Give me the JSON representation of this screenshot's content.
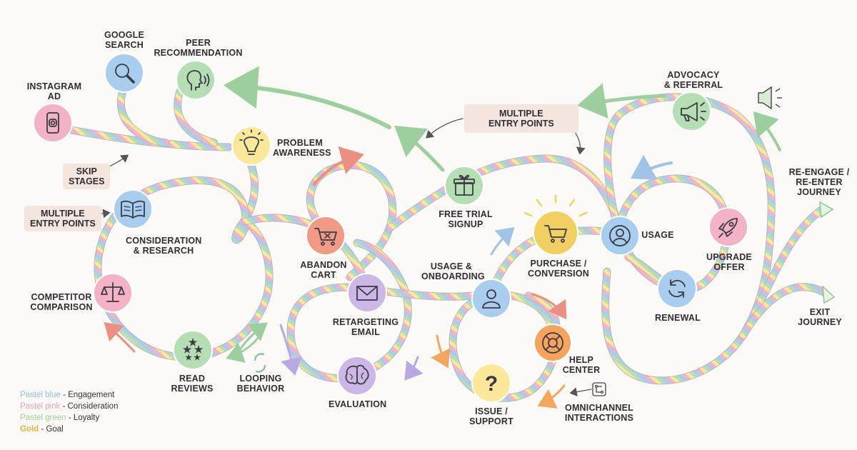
{
  "colors": {
    "blue": "#a9cdee",
    "pink": "#f3b2c6",
    "green": "#b5deb4",
    "gold": "#f1cf62",
    "yellow": "#fbe89a",
    "purple": "#cdb7e6",
    "coral": "#f19a85",
    "orange": "#f6a35e",
    "arrow_green": "#9ccf9d",
    "arrow_coral": "#ec8f82",
    "arrow_blue": "#9fc4e8",
    "arrow_purple": "#b9a8e3",
    "tag_bg": "#f4e6de",
    "ink": "#2e2e33"
  },
  "nodes": [
    {
      "id": "google-search",
      "lines": [
        "GOOGLE",
        "SEARCH"
      ],
      "icon": "magnifier-icon",
      "fill": "blue"
    },
    {
      "id": "peer-recommendation",
      "lines": [
        "PEER",
        "RECOMMENDATION"
      ],
      "icon": "speaking-head-icon",
      "fill": "green"
    },
    {
      "id": "instagram-ad",
      "lines": [
        "INSTAGRAM",
        "AD"
      ],
      "icon": "phone-instagram-icon",
      "fill": "pink"
    },
    {
      "id": "problem-awareness",
      "lines": [
        "PROBLEM",
        "AWARENESS"
      ],
      "icon": "lightbulb-icon",
      "fill": "yellow"
    },
    {
      "id": "consideration-research",
      "lines": [
        "CONSIDERATION",
        "& RESEARCH"
      ],
      "icon": "open-book-icon",
      "fill": "blue"
    },
    {
      "id": "competitor-comparison",
      "lines": [
        "COMPETITOR",
        "COMPARISON"
      ],
      "icon": "scales-icon",
      "fill": "pink"
    },
    {
      "id": "read-reviews",
      "lines": [
        "READ",
        "REVIEWS"
      ],
      "icon": "stars-icon",
      "fill": "green"
    },
    {
      "id": "abandon-cart",
      "lines": [
        "ABANDON",
        "CART"
      ],
      "icon": "cart-x-icon",
      "fill": "coral"
    },
    {
      "id": "retargeting-email",
      "lines": [
        "RETARGETING",
        "EMAIL"
      ],
      "icon": "envelope-icon",
      "fill": "purple"
    },
    {
      "id": "evaluation",
      "lines": [
        "EVALUATION"
      ],
      "icon": "brain-icon",
      "fill": "purple"
    },
    {
      "id": "free-trial-signup",
      "lines": [
        "FREE TRIAL",
        "SIGNUP"
      ],
      "icon": "gift-icon",
      "fill": "green"
    },
    {
      "id": "usage-onboarding",
      "lines": [
        "USAGE &",
        "ONBOARDING"
      ],
      "icon": "user-icon",
      "fill": "blue"
    },
    {
      "id": "purchase-conversion",
      "lines": [
        "PURCHASE /",
        "CONVERSION"
      ],
      "icon": "shopping-cart-icon",
      "fill": "gold"
    },
    {
      "id": "help-center",
      "lines": [
        "HELP",
        "CENTER"
      ],
      "icon": "lifebuoy-icon",
      "fill": "orange"
    },
    {
      "id": "issue-support",
      "lines": [
        "ISSUE /",
        "SUPPORT"
      ],
      "icon": "question-icon",
      "fill": "yellow"
    },
    {
      "id": "usage",
      "lines": [
        "USAGE"
      ],
      "icon": "user-circle-icon",
      "fill": "blue"
    },
    {
      "id": "upgrade-offer",
      "lines": [
        "UPGRADE",
        "OFFER"
      ],
      "icon": "rocket-icon",
      "fill": "pink"
    },
    {
      "id": "renewal",
      "lines": [
        "RENEWAL"
      ],
      "icon": "refresh-icon",
      "fill": "blue"
    },
    {
      "id": "advocacy-referral",
      "lines": [
        "ADVOCACY",
        "& REFERRAL"
      ],
      "icon": "megaphone-icon",
      "fill": "green"
    }
  ],
  "annotations": {
    "skip_stages": [
      "SKIP",
      "STAGES"
    ],
    "multiple_entry_left": [
      "MULTIPLE",
      "ENTRY POINTS"
    ],
    "multiple_entry_top": [
      "MULTIPLE",
      "ENTRY POINTS"
    ],
    "looping_behavior": [
      "LOOPING",
      "BEHAVIOR"
    ],
    "omnichannel": [
      "OMNICHANNEL",
      "INTERACTIONS"
    ],
    "re_engage": [
      "RE-ENGAGE /",
      "RE-ENTER",
      "JOURNEY"
    ],
    "exit_journey": [
      "EXIT",
      "JOURNEY"
    ]
  },
  "legend": [
    {
      "swatch": "Pastel blue",
      "text": "Engagement",
      "color": "#8fc0e6"
    },
    {
      "swatch": "Pastel pink",
      "text": "Consideration",
      "color": "#ef9fb8"
    },
    {
      "swatch": "Pastel green",
      "text": "Loyalty",
      "color": "#9dd29c"
    },
    {
      "swatch": "Gold",
      "text": "Goal",
      "color": "#e2b63c"
    }
  ]
}
